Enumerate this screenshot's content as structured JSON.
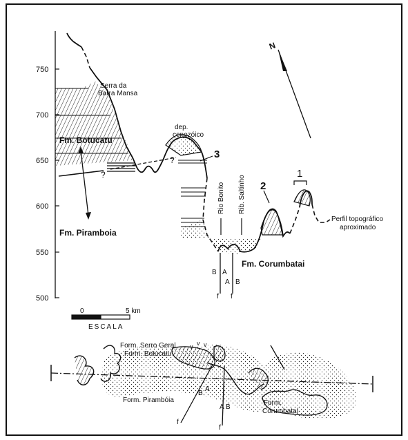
{
  "profile": {
    "y_axis_ticks": [
      "750",
      "700",
      "650",
      "600",
      "550",
      "500"
    ],
    "labels": {
      "serra": [
        "Serra da",
        "Barra Mansa"
      ],
      "botucatu": "Fm. Botucatu",
      "piramboia": "Fm. Piramboia",
      "corumbatai": "Fm. Corumbatai",
      "dep": [
        "dep.",
        "cenozóico"
      ],
      "rio_bonito": "Rio Bonito",
      "rib_saltinho": "Rib. Saltinho",
      "perfil": [
        "Perfil topográfico",
        "aproximado"
      ],
      "num1": "1",
      "num2": "2",
      "num3": "3",
      "q1": "?",
      "q2": "?",
      "north": "N",
      "b1": "B",
      "a1": "A",
      "a2": "A",
      "b2": "B",
      "f1": "f",
      "f2": "f"
    }
  },
  "scale": {
    "zero": "0",
    "five": "5 km",
    "label": "ESCALA"
  },
  "map": {
    "serra_geral": "Form. Serro Geral",
    "botucatu": "Form. Botucatu",
    "piramboia": "Form. Pirambóia",
    "corumbatai": [
      "Form.",
      "Corumbataí"
    ],
    "b1": "B",
    "a1": "A",
    "a2": "A",
    "b2": "B",
    "f1": "f",
    "f2": "f"
  }
}
